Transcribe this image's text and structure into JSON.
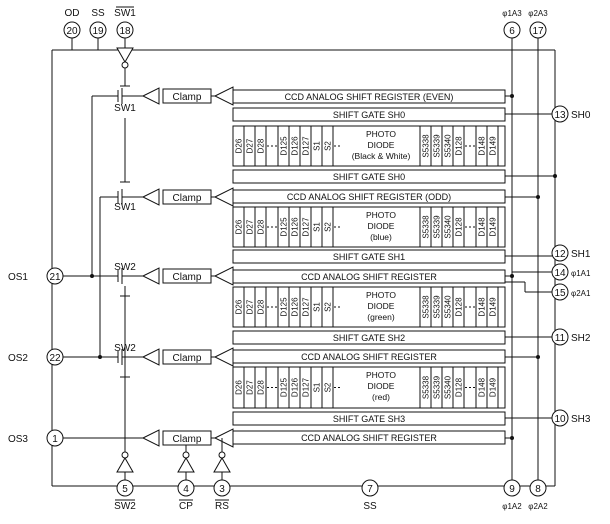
{
  "pins": {
    "od": {
      "num": "20",
      "label": "OD"
    },
    "ss_top": {
      "num": "19",
      "label": "SS"
    },
    "sw1": {
      "num": "18",
      "label": "SW1"
    },
    "phi1a3": {
      "num": "6",
      "label": "φ1A3"
    },
    "phi2a3": {
      "num": "17",
      "label": "φ2A3"
    },
    "sh0": {
      "num": "13",
      "label": "SH0"
    },
    "sh1": {
      "num": "12",
      "label": "SH1"
    },
    "phi1a1": {
      "num": "14",
      "label": "φ1A1"
    },
    "phi2a1": {
      "num": "15",
      "label": "φ2A1"
    },
    "sh2": {
      "num": "11",
      "label": "SH2"
    },
    "sh3": {
      "num": "10",
      "label": "SH3"
    },
    "os1": {
      "num": "21",
      "label": "OS1"
    },
    "os2": {
      "num": "22",
      "label": "OS2"
    },
    "os3": {
      "num": "1",
      "label": "OS3"
    },
    "sw2": {
      "num": "5",
      "label": "SW2"
    },
    "cp": {
      "num": "4",
      "label": "CP"
    },
    "rs": {
      "num": "3",
      "label": "RS"
    },
    "ss_bot": {
      "num": "7",
      "label": "SS"
    },
    "phi1a2": {
      "num": "9",
      "label": "φ1A2"
    },
    "phi2a2": {
      "num": "8",
      "label": "φ2A2"
    }
  },
  "registers": {
    "r1": "CCD ANALOG SHIFT REGISTER (EVEN)",
    "g1": "SHIFT GATE SH0",
    "g2": "SHIFT GATE SH0",
    "r2": "CCD ANALOG SHIFT REGISTER (ODD)",
    "g3": "SHIFT GATE SH1",
    "r3": "CCD ANALOG SHIFT REGISTER",
    "g4": "SHIFT GATE SH2",
    "r4": "CCD ANALOG SHIFT REGISTER",
    "g5": "SHIFT GATE SH3",
    "r5": "CCD ANALOG SHIFT REGISTER"
  },
  "photodiode": {
    "title": "PHOTO",
    "title2": "DIODE",
    "bw": "(Black & White)",
    "blue": "(blue)",
    "green": "(green)",
    "red": "(red)",
    "cells_left": [
      "D26",
      "D27",
      "D28",
      "D125",
      "D126",
      "D127",
      "S1",
      "S2"
    ],
    "cells_right": [
      "S5338",
      "S5339",
      "S5340",
      "D128",
      "D148",
      "D149"
    ]
  },
  "blocks": {
    "clamp": "Clamp",
    "sw1": "SW1",
    "sw2": "SW2"
  }
}
